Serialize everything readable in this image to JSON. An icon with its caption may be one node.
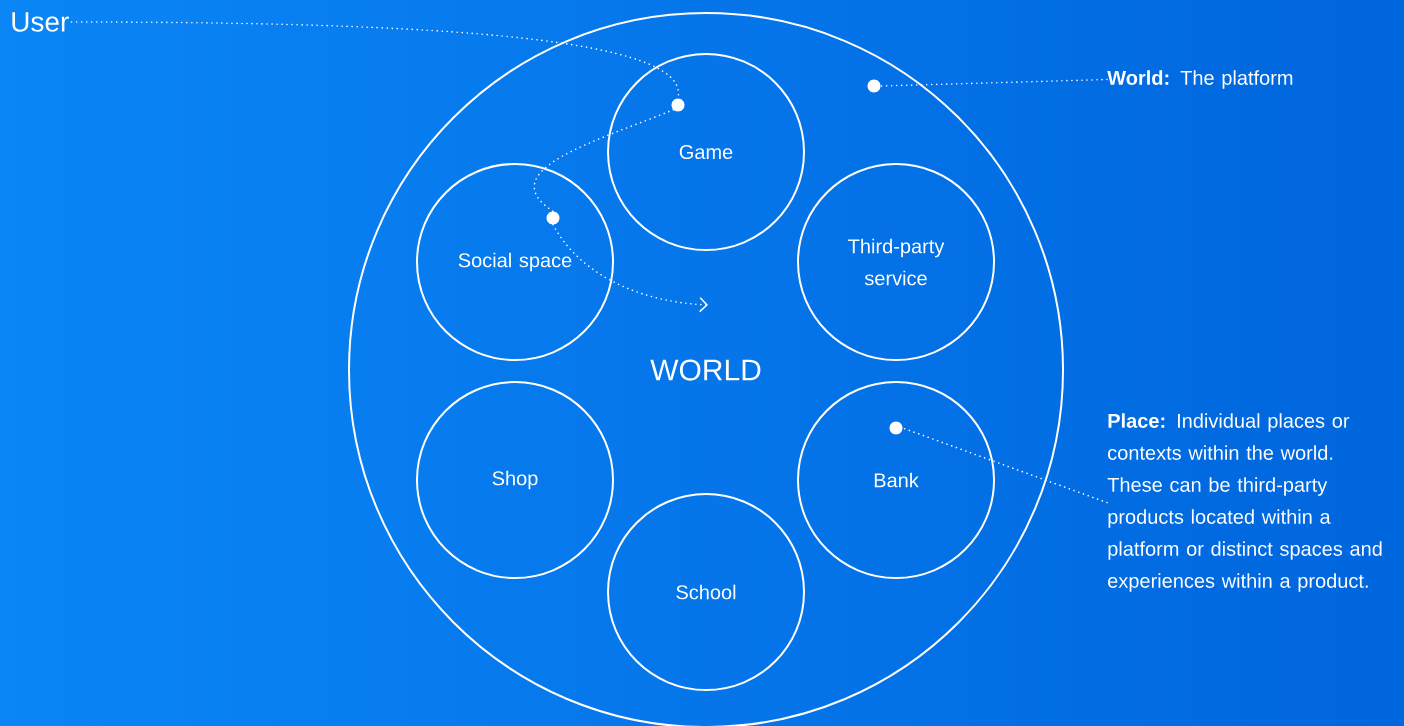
{
  "diagram": {
    "nodes": [
      {
        "text": [
          "User"
        ]
      },
      {
        "text": [
          "WORLD"
        ]
      },
      {
        "text": [
          "Game"
        ],
        "in": 1
      },
      {
        "text": [
          "Social space"
        ],
        "in": 1
      },
      {
        "text": [
          "Third-party service"
        ],
        "in": 1
      },
      {
        "text": [
          "Shop"
        ],
        "in": 1
      },
      {
        "text": [
          "Bank"
        ],
        "in": 1
      },
      {
        "text": [
          "School"
        ],
        "in": 1
      },
      {
        "text": [
          "**World:** The platform"
        ]
      },
      {
        "text": [
          "**Place:** Individual places or contexts within the world. These can be third-party products located within a platform or distinct spaces and experiences within a product."
        ]
      },
      {
        "text": [],
        "shape": "circle",
        "in": 1
      },
      {
        "text": [],
        "shape": "circle",
        "in": 2
      },
      {
        "text": [],
        "shape": "circle",
        "in": 3
      },
      {
        "text": [],
        "shape": "circle",
        "in": 6
      }
    ],
    "edges": [
      {
        "from": 0,
        "to": 11,
        "arrow": "none"
      },
      {
        "from": 11,
        "to": 12,
        "arrow": "none"
      },
      {
        "from": 12,
        "to": null,
        "arrow": "to"
      },
      {
        "from": 8,
        "to": 10,
        "arrow": "none"
      },
      {
        "from": 9,
        "to": 13,
        "arrow": "none"
      }
    ]
  }
}
